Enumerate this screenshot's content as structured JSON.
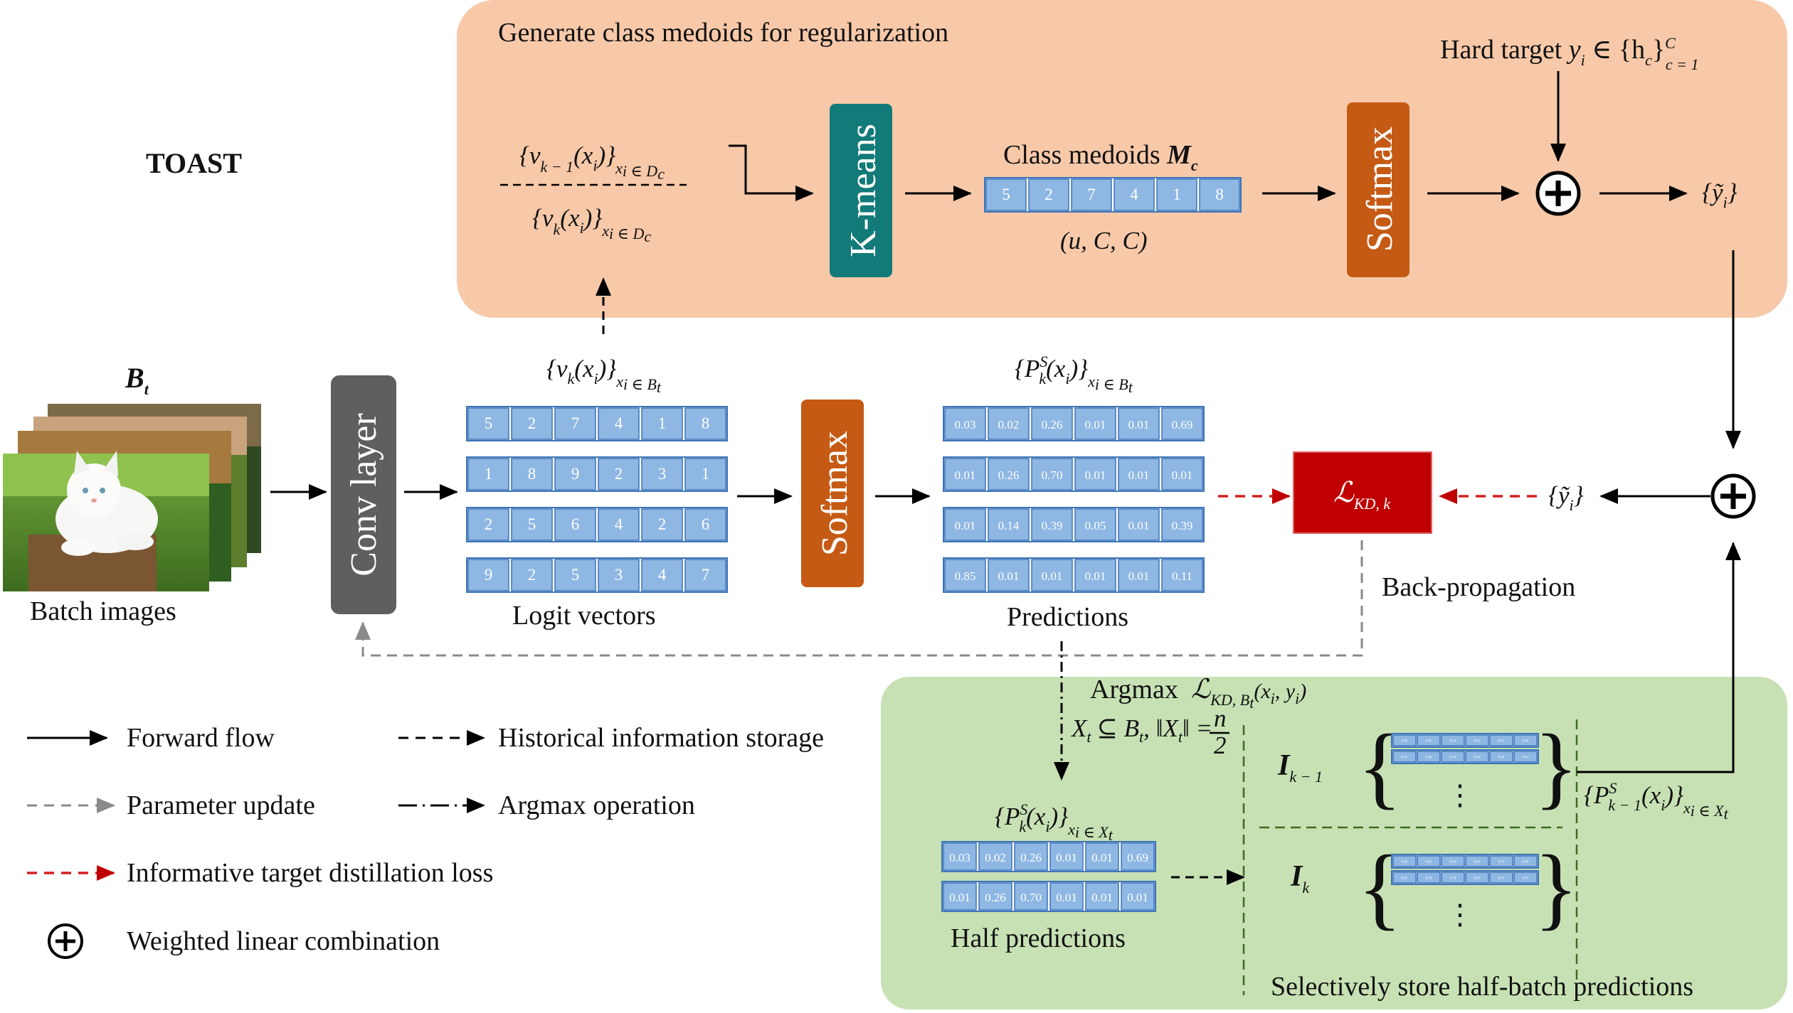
{
  "title": "TOAST",
  "top_panel": {
    "title": "Generate class medoids for regularization",
    "kmeans_label": "K-means",
    "softmax_label": "Softmax",
    "medoids_label": "Class medoids",
    "medoids_symbol": "M",
    "medoids_sub": "c",
    "medoids_values": [
      "5",
      "2",
      "7",
      "4",
      "1",
      "8"
    ],
    "medoids_shape": "(u, C, C)",
    "hard_target_label": "Hard target",
    "hard_target_math": "y",
    "hard_target_sub_i": "i",
    "hard_target_set": "∈ {h",
    "hard_target_sub_c": "c",
    "hard_target_close": "}",
    "hard_target_sup": "C",
    "hard_target_range": "c = 1",
    "fraction_top": "{v",
    "fraction_top_sub": "k − 1",
    "fraction_top_mid": "(x",
    "fraction_top_close": ")}",
    "fraction_top_range": "x",
    "fraction_bottom": "{v",
    "fraction_bottom_sub": "k",
    "fraction_range_set": "i ∈ D",
    "fraction_range_c": "c",
    "soft_target": "{ỹ",
    "soft_target_sub": "i",
    "soft_target_close": "}"
  },
  "main_row": {
    "batch_symbol": "B",
    "batch_sub": "t",
    "batch_label": "Batch images",
    "conv_label": "Conv layer",
    "logits_caption": "Logit vectors",
    "logits_math": "{v",
    "logits_sub": "k",
    "logits_range": "x",
    "logits_range_rest": "i ∈ B",
    "logits_range_t": "t",
    "logits": [
      [
        "5",
        "2",
        "7",
        "4",
        "1",
        "8"
      ],
      [
        "1",
        "8",
        "9",
        "2",
        "3",
        "1"
      ],
      [
        "2",
        "5",
        "6",
        "4",
        "2",
        "6"
      ],
      [
        "9",
        "2",
        "5",
        "3",
        "4",
        "7"
      ]
    ],
    "softmax_label": "Softmax",
    "predictions_caption": "Predictions",
    "predictions_math": "{P",
    "predictions_sup": "S",
    "predictions": [
      [
        "0.03",
        "0.02",
        "0.26",
        "0.01",
        "0.01",
        "0.69"
      ],
      [
        "0.01",
        "0.26",
        "0.70",
        "0.01",
        "0.01",
        "0.01"
      ],
      [
        "0.01",
        "0.14",
        "0.39",
        "0.05",
        "0.01",
        "0.39"
      ],
      [
        "0.85",
        "0.01",
        "0.01",
        "0.01",
        "0.01",
        "0.11"
      ]
    ],
    "loss_symbol": "ℒ",
    "loss_sub": "KD, k",
    "backprop_label": "Back-propagation",
    "soft_target": "{ỹ",
    "soft_target_sub": "i",
    "soft_target_close": "}"
  },
  "bottom_panel": {
    "argmax_label": "Argmax",
    "argmax_loss": "ℒ",
    "argmax_loss_sub": "KD, B",
    "argmax_loss_sub_t": "t",
    "argmax_loss_args": "(x",
    "argmax_loss_args_i": "i",
    "argmax_loss_args_mid": ", y",
    "argmax_loss_args_close": ")",
    "subset_math": "X",
    "subset_sub": "t",
    "subset_rest": "⊆ B",
    "subset_norm": ", ‖X",
    "subset_norm_close": "‖ =",
    "subset_n": "n",
    "subset_2": "2",
    "half_math": "{P",
    "half_caption": "Half predictions",
    "half_predictions": [
      [
        "0.03",
        "0.02",
        "0.26",
        "0.01",
        "0.01",
        "0.69"
      ],
      [
        "0.01",
        "0.26",
        "0.70",
        "0.01",
        "0.01",
        "0.01"
      ]
    ],
    "memory_prev_symbol": "I",
    "memory_prev_sub": "k − 1",
    "memory_cur_symbol": "I",
    "memory_cur_sub": "k",
    "memory_values": [
      "0.03",
      "0.02",
      "0.26",
      "0.01",
      "0.01",
      "0.69"
    ],
    "memory_values_2": [
      "0.01",
      "0.26",
      "0.70",
      "0.01",
      "0.01",
      "0.01"
    ],
    "stored_math": "{P",
    "stored_sub": "k − 1",
    "stored_range_rest": "i ∈ X",
    "caption": "Selectively store half-batch predictions",
    "ellipsis": "⋮"
  },
  "legend": {
    "forward": "Forward flow",
    "history": "Historical information storage",
    "param": "Parameter update",
    "argmax": "Argmax operation",
    "distill": "Informative target distillation loss",
    "weighted": "Weighted linear combination"
  },
  "colors": {
    "top_panel": "#F7C9A9",
    "bottom_panel": "#C7E1B4",
    "cell_fill": "#8EB7E3",
    "cell_stroke": "#3D74B8",
    "kmeans": "#127A78",
    "softmax": "#C55A14",
    "conv": "#5F5F5F",
    "loss": "#C00000",
    "dashed_red": "#D22020",
    "dashed_grey": "#7F7F7F"
  }
}
